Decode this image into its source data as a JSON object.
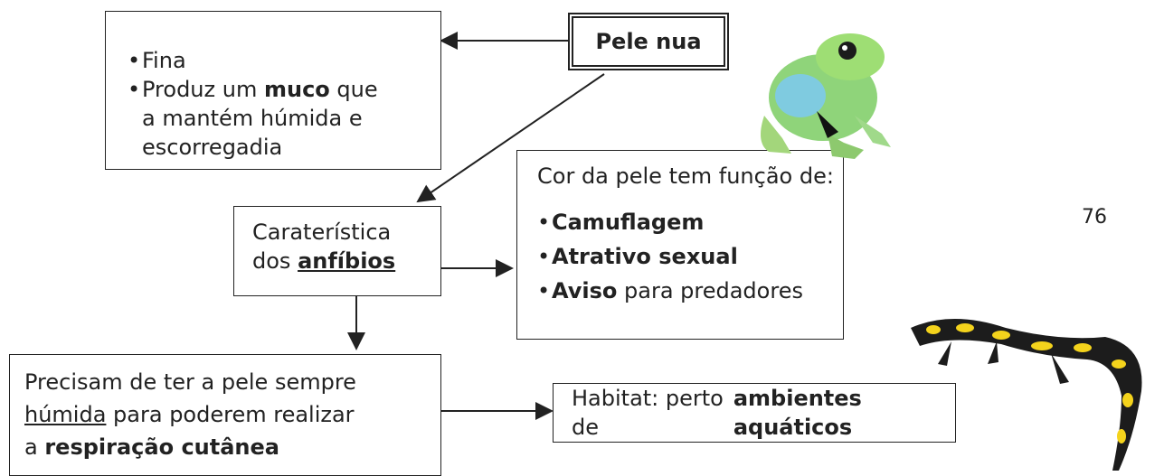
{
  "pele_nua": {
    "label": "Pele nua"
  },
  "pele_box": {
    "items": [
      {
        "text": "Fina"
      },
      {
        "prefix": "Produz um ",
        "bold": "muco",
        "suffix": " que",
        "line2": "a mantém húmida e",
        "line3": "escorregadia"
      }
    ]
  },
  "caracteristica": {
    "line1": "Caraterística",
    "prefix": "dos ",
    "bold": "anfíbios"
  },
  "cor": {
    "title": "Cor da pele tem função de:",
    "items": [
      {
        "bold": "Camuflagem",
        "rest": ""
      },
      {
        "bold": "Atrativo sexual",
        "rest": ""
      },
      {
        "bold": "Aviso",
        "rest": " para predadores"
      }
    ]
  },
  "pele_humida": {
    "line1": "Precisam de ter a pele sempre",
    "underline": "húmida",
    "line2_rest": " para poderem realizar",
    "line3_prefix": "a ",
    "line3_bold": "respiração cutânea"
  },
  "habitat": {
    "prefix": "Habitat:  perto de ",
    "bold": "ambientes aquáticos"
  },
  "page_number": "76",
  "images": {
    "frog": "frog-illustration",
    "salamander": "fire-salamander-illustration"
  }
}
